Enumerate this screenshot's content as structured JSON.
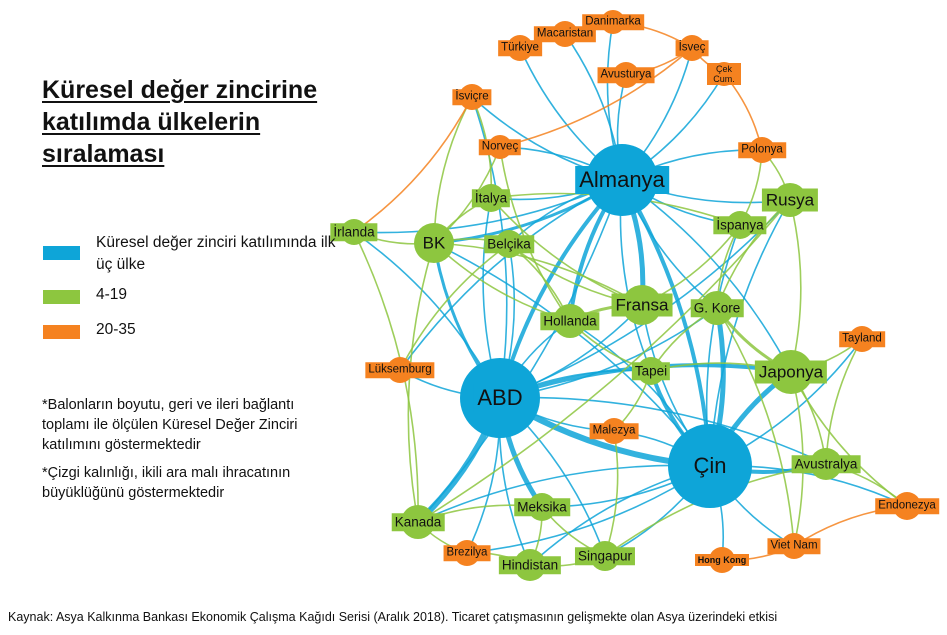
{
  "title": "Küresel değer zincirine katılımda ülkelerin sıralaması",
  "legend": [
    {
      "label": "Küresel değer zinciri katılımında ilk üç ülke",
      "color": "#0ea5d8"
    },
    {
      "label": "4-19",
      "color": "#8dc63f"
    },
    {
      "label": "20-35",
      "color": "#f58220"
    }
  ],
  "notes": [
    "*Balonların boyutu, geri ve ileri bağlantı toplamı ile ölçülen Küresel Değer Zinciri katılımını göstermektedir",
    "*Çizgi kalınlığı, ikili ara malı ihracatının büyüklüğünü göstermektedir"
  ],
  "source": "Kaynak: Asya Kalkınma Bankası Ekonomik Çalışma Kağıdı Serisi (Aralık 2018). Ticaret çatışmasının gelişmekte olan Asya üzerindeki etkisi",
  "colors": {
    "top3": "#0ea5d8",
    "mid": "#8dc63f",
    "low": "#f58220"
  },
  "nodes": [
    {
      "id": "almanya",
      "label": "Almanya",
      "tier": "top3"
    },
    {
      "id": "abd",
      "label": "ABD",
      "tier": "top3"
    },
    {
      "id": "cin",
      "label": "Çin",
      "tier": "top3"
    },
    {
      "id": "bk",
      "label": "BK",
      "tier": "mid"
    },
    {
      "id": "fransa",
      "label": "Fransa",
      "tier": "mid"
    },
    {
      "id": "rusya",
      "label": "Rusya",
      "tier": "mid"
    },
    {
      "id": "japonya",
      "label": "Japonya",
      "tier": "mid"
    },
    {
      "id": "gkore",
      "label": "G. Kore",
      "tier": "mid"
    },
    {
      "id": "hollanda",
      "label": "Hollanda",
      "tier": "mid"
    },
    {
      "id": "belcika",
      "label": "Belçika",
      "tier": "mid"
    },
    {
      "id": "italya",
      "label": "İtalya",
      "tier": "mid"
    },
    {
      "id": "ispanya",
      "label": "İspanya",
      "tier": "mid"
    },
    {
      "id": "irlanda",
      "label": "İrlanda",
      "tier": "mid"
    },
    {
      "id": "tapei",
      "label": "Tapei",
      "tier": "mid"
    },
    {
      "id": "kanada",
      "label": "Kanada",
      "tier": "mid"
    },
    {
      "id": "meksika",
      "label": "Meksika",
      "tier": "mid"
    },
    {
      "id": "hindistan",
      "label": "Hindistan",
      "tier": "mid"
    },
    {
      "id": "singapur",
      "label": "Singapur",
      "tier": "mid"
    },
    {
      "id": "avustralya",
      "label": "Avustralya",
      "tier": "mid"
    },
    {
      "id": "turkiye",
      "label": "Türkiye",
      "tier": "low"
    },
    {
      "id": "macaristan",
      "label": "Macaristan",
      "tier": "low"
    },
    {
      "id": "danimarka",
      "label": "Danimarka",
      "tier": "low"
    },
    {
      "id": "isvec",
      "label": "İsveç",
      "tier": "low"
    },
    {
      "id": "avusturya",
      "label": "Avusturya",
      "tier": "low"
    },
    {
      "id": "cekcum",
      "label": "Çek Cum.",
      "tier": "low"
    },
    {
      "id": "isvicre",
      "label": "İsviçre",
      "tier": "low"
    },
    {
      "id": "norvec",
      "label": "Norveç",
      "tier": "low"
    },
    {
      "id": "polonya",
      "label": "Polonya",
      "tier": "low"
    },
    {
      "id": "tayland",
      "label": "Tayland",
      "tier": "low"
    },
    {
      "id": "luksemburg",
      "label": "Lüksemburg",
      "tier": "low"
    },
    {
      "id": "malezya",
      "label": "Malezya",
      "tier": "low"
    },
    {
      "id": "endonezya",
      "label": "Endonezya",
      "tier": "low"
    },
    {
      "id": "brezilya",
      "label": "Brezilya",
      "tier": "low"
    },
    {
      "id": "vietnam",
      "label": "Viet Nam",
      "tier": "low"
    },
    {
      "id": "hongkong",
      "label": "Hong Kong",
      "tier": "low"
    }
  ]
}
